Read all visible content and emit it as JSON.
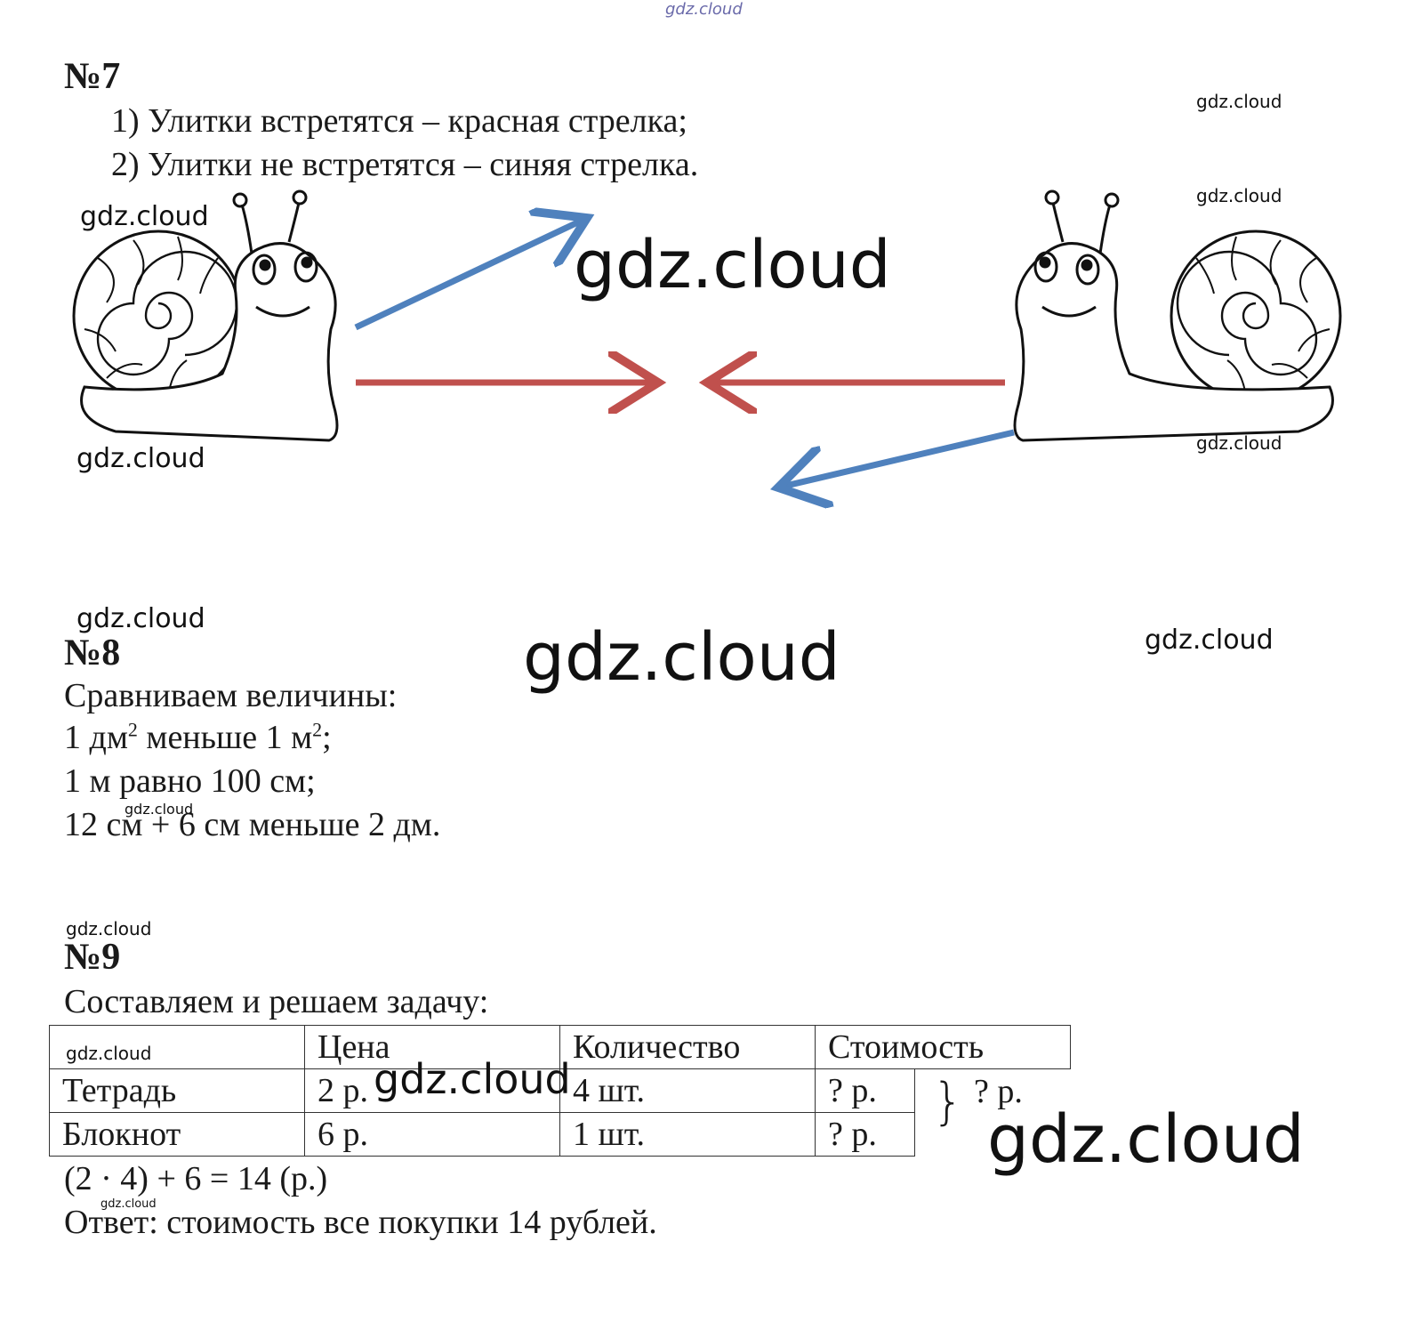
{
  "watermark": "gdz.cloud",
  "task7": {
    "title": "№7",
    "items": [
      "1) Улитки встретятся – красная стрелка;",
      "2) Улитки не встретятся – синяя стрелка."
    ],
    "colors": {
      "red_arrow": "#c0504d",
      "blue_arrow": "#4f81bd"
    }
  },
  "task8": {
    "title": "№8",
    "intro": "Сравниваем величины:",
    "lines": [
      {
        "a": "1 дм",
        "a_sup": "2",
        "b": " меньше 1 м",
        "b_sup": "2",
        "c": ";"
      },
      {
        "text": "1 м равно 100 см;"
      },
      {
        "text": "12 см + 6 см меньше 2 дм."
      }
    ]
  },
  "task9": {
    "title": "№9",
    "intro": "Составляем и решаем задачу:",
    "table": {
      "headers": [
        "",
        "Цена",
        "Количество",
        "Стоимость"
      ],
      "rows": [
        [
          "Тетрадь",
          "2 р.",
          "4 шт.",
          "? р."
        ],
        [
          "Блокнот",
          "6 р.",
          "1 шт.",
          "? р."
        ]
      ],
      "total": "? р."
    },
    "solution": "(2 · 4) + 6 = 14 (р.)",
    "answer": "Ответ: стоимость все покупки 14 рублей."
  }
}
